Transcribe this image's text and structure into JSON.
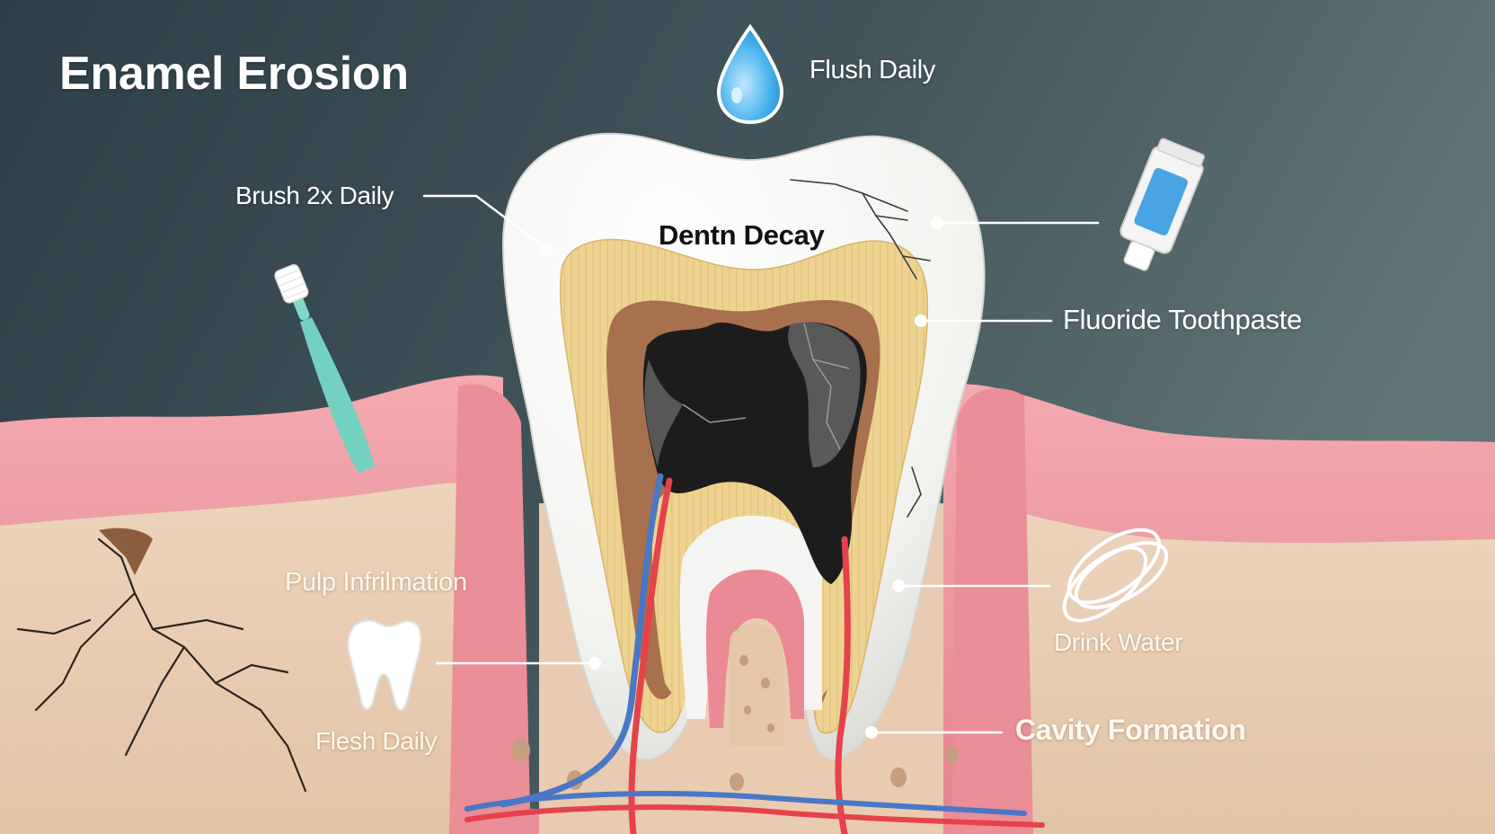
{
  "title": "Enamel Erosion",
  "center_label": "Dentn Decay",
  "labels": {
    "flush_daily": "Flush Daily",
    "brush_daily": "Brush 2x Daily",
    "fluoride_toothpaste": "Fluoride Toothpaste",
    "pulp_inflammation": "Pulp Infrilmation",
    "drink_water": "Drink Water",
    "flesh_daily": "Flesh Daily",
    "cavity_formation": "Cavity Formation"
  },
  "icons": {
    "drop": "water-drop-icon",
    "toothbrush": "toothbrush-icon",
    "toothpaste": "toothpaste-tube-icon",
    "floss": "dental-floss-icon",
    "small_tooth": "tooth-icon"
  },
  "colors": {
    "background_top": "#2f4048",
    "background_right": "#5e7274",
    "gum": "#e98f98",
    "bone": "#e8cdb3",
    "enamel": "#f6f6f4",
    "dentin": "#eed38e",
    "pulp_ring": "#a8714d",
    "decay": "#1b1b1b",
    "artery": "#e8414b",
    "vein": "#4b78c9",
    "water_drop": "#3aa7e4",
    "toothbrush": "#7fd8c7"
  }
}
